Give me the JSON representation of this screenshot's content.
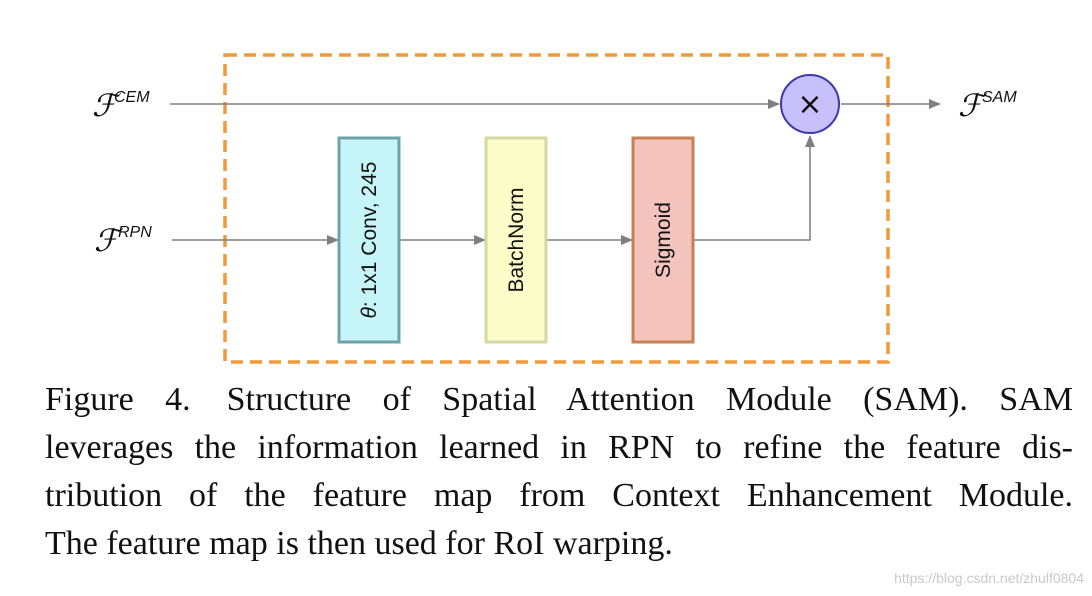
{
  "diagram": {
    "inputs": {
      "cem": {
        "symbol": "ℱ",
        "superscript": "CEM"
      },
      "rpn": {
        "symbol": "ℱ",
        "superscript": "RPN"
      }
    },
    "output": {
      "symbol": "ℱ",
      "superscript": "SAM"
    },
    "blocks": [
      {
        "id": "conv",
        "label_theta": "θ",
        "label": ": 1x1 Conv, 245",
        "fill": "#c6f5f9",
        "stroke": "#6fa2aa"
      },
      {
        "id": "batchnorm",
        "label": "BatchNorm",
        "fill": "#fdfdc9",
        "stroke": "#d8d8a6"
      },
      {
        "id": "sigmoid",
        "label": "Sigmoid",
        "fill": "#f5c3bd",
        "stroke": "#c97f54"
      }
    ],
    "multiply": {
      "symbol": "×",
      "fill": "#c7c0fb",
      "stroke": "#3c3aa8"
    },
    "module_border_color": "#f09a3a"
  },
  "caption": {
    "figure_number": "Figure 4.",
    "lines": [
      "Structure of Spatial Attention Module (SAM). SAM",
      "leverages the information learned in RPN to refine the feature dis-",
      "tribution of the feature map from Context Enhancement Module.",
      "The feature map is then used for RoI warping."
    ]
  },
  "watermark": "https://blog.csdn.net/zhulf0804"
}
